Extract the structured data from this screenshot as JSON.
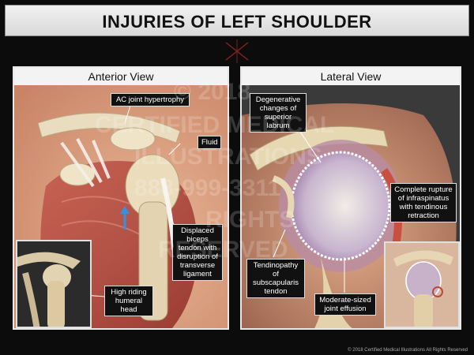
{
  "title": "INJURIES OF LEFT SHOULDER",
  "panels": {
    "anterior": {
      "heading": "Anterior View",
      "labels": {
        "ac_joint": "AC joint hypertrophy",
        "fluid": "Fluid",
        "biceps": "Displaced biceps tendon with disruption of transverse ligament",
        "humeral_head": "High riding humeral head"
      }
    },
    "lateral": {
      "heading": "Lateral View",
      "labels": {
        "labrum": "Degenerative changes of superior labrum",
        "infraspinatus": "Complete rupture of infraspinatus with tendinous retraction",
        "subscapularis": "Tendinopathy of subscapularis tendon",
        "effusion": "Moderate-sized joint effusion"
      }
    }
  },
  "watermark": {
    "line1": "© 2018",
    "line2": "CERTIFIED MEDICAL",
    "line3": "ILLUSTRATIONS",
    "line4": "888-999-3311",
    "line5": "RIGHTS",
    "line6": "RESERVED"
  },
  "footer": "© 2018 Certified Medical Illustrations All Rights Reserved",
  "colors": {
    "background": "#0c0c0c",
    "panel_border": "#e8e8e8",
    "callout_bg": "#111111",
    "muscle_red": "#b8433c",
    "bone": "#e7d9b8",
    "skin": "#e0a987",
    "arrow_blue": "#3b8fe0"
  }
}
